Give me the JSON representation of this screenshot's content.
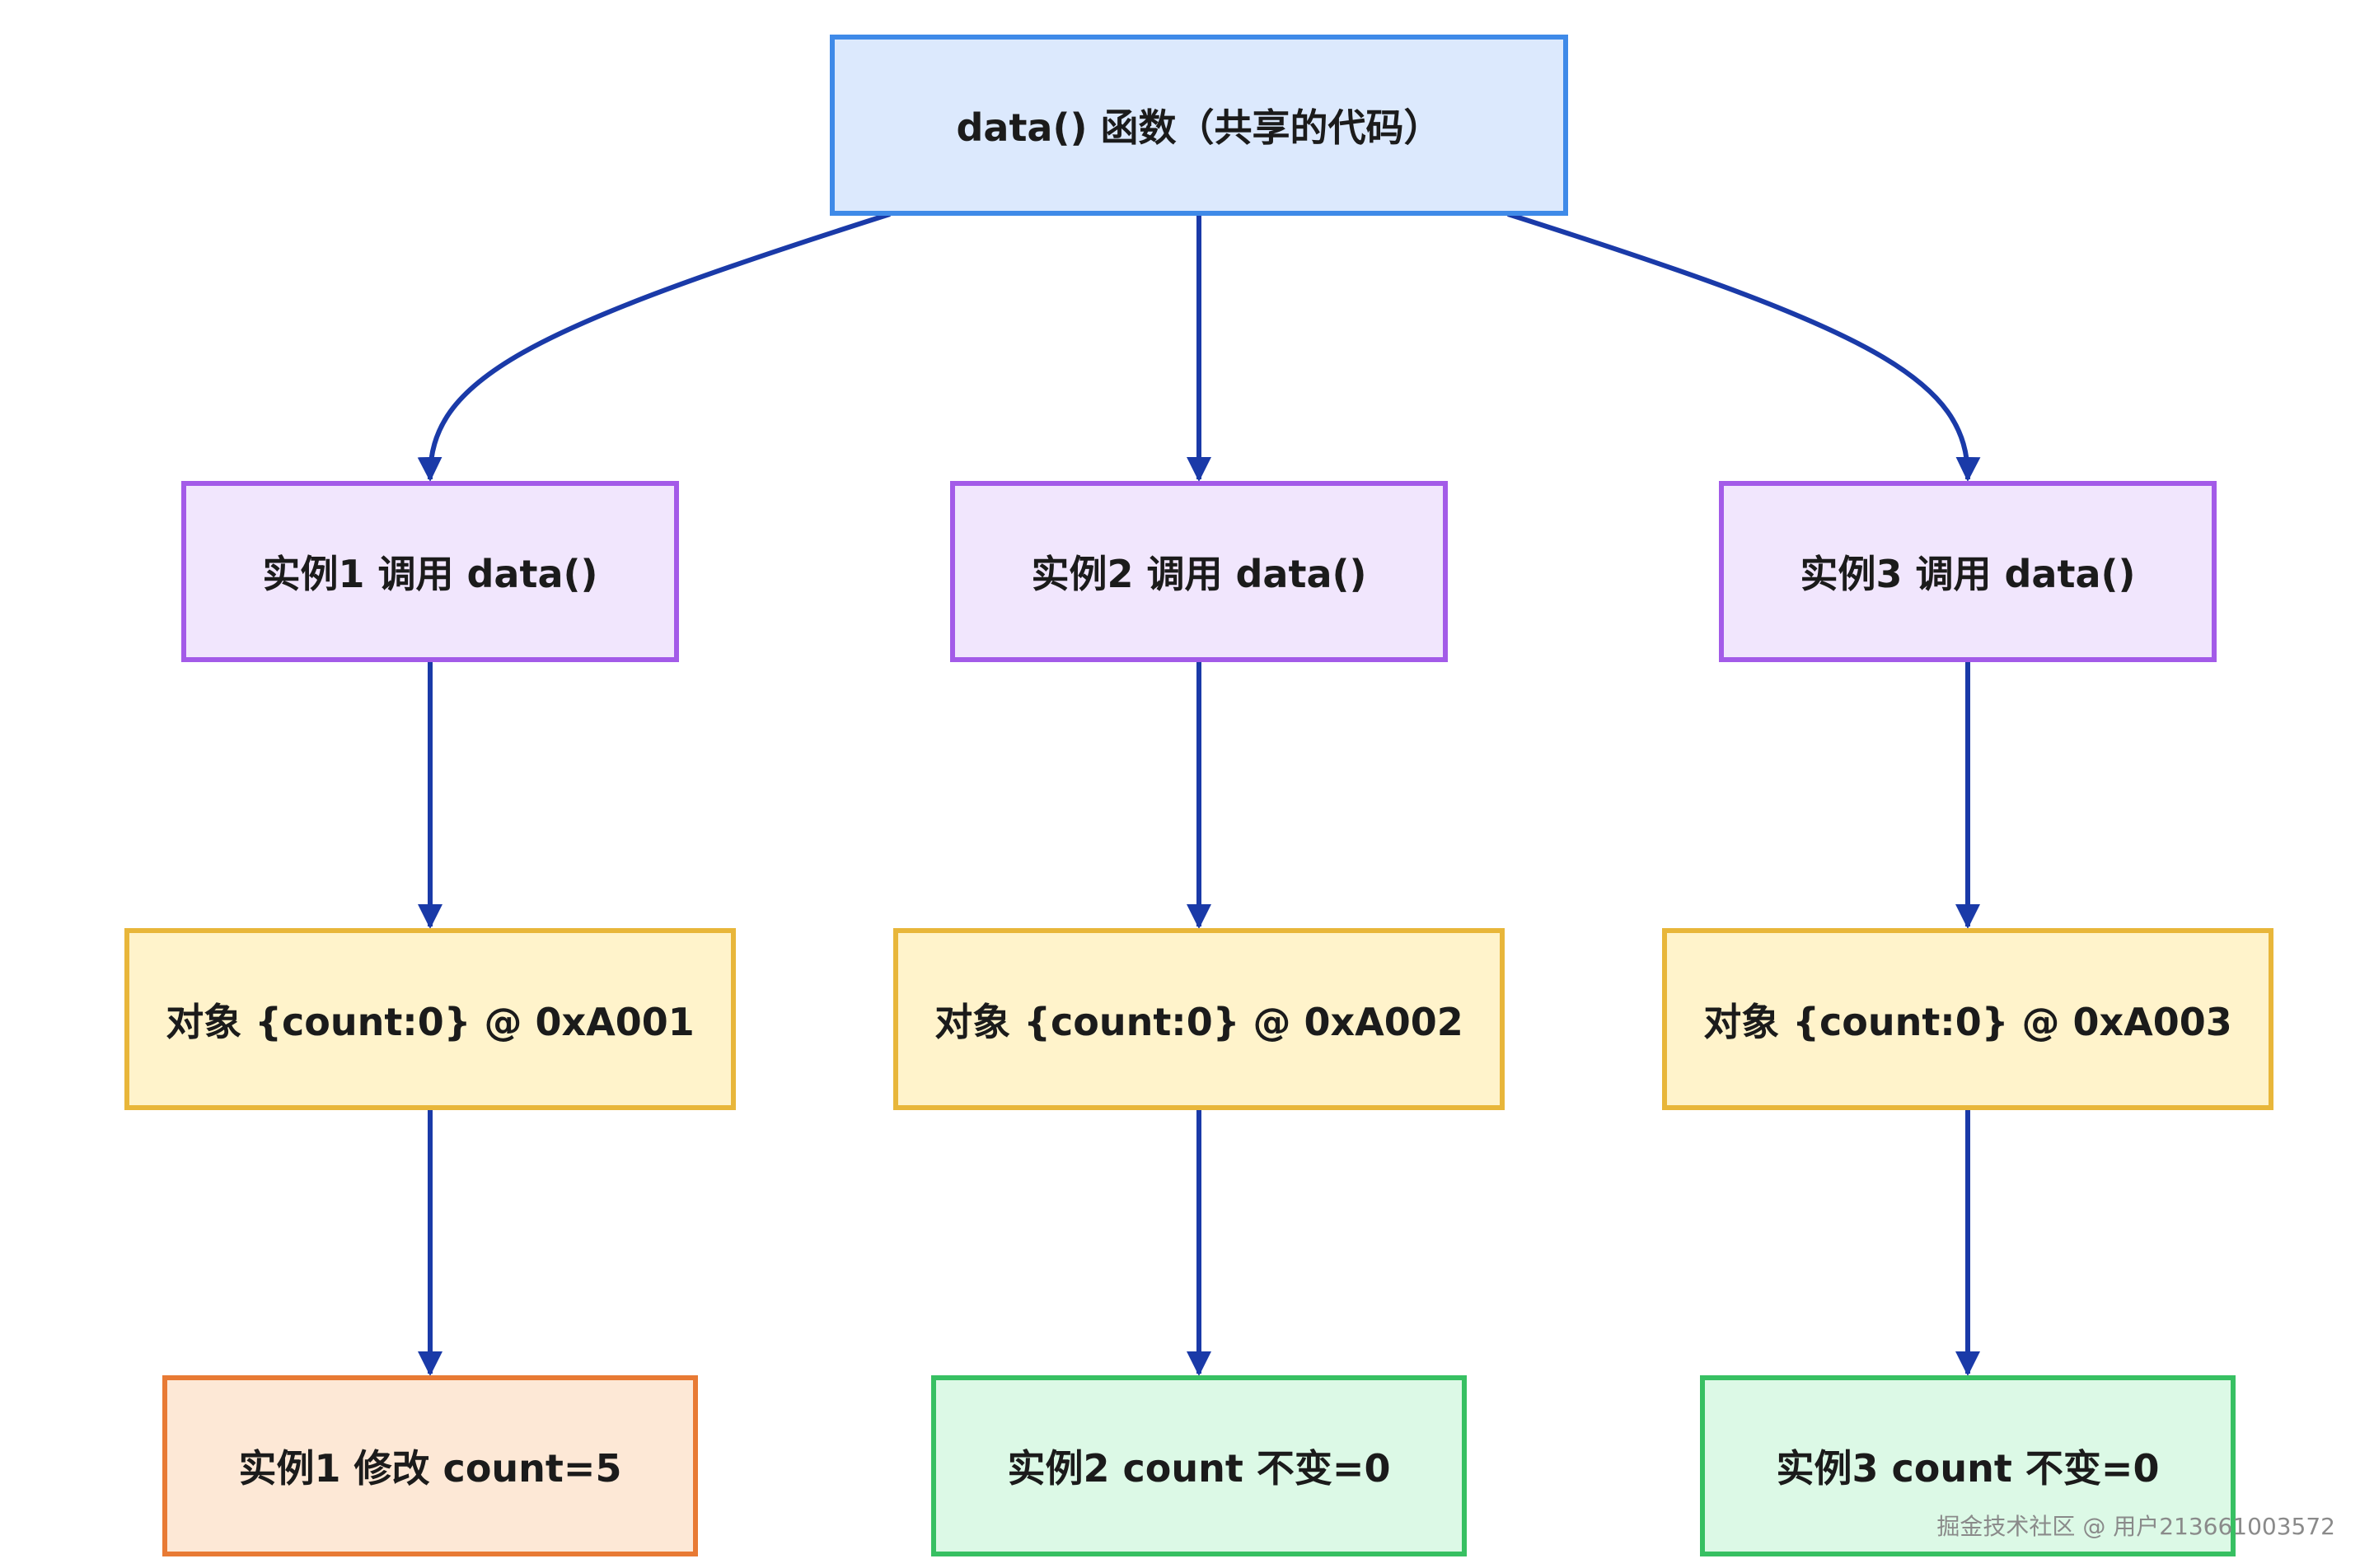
{
  "nodes": {
    "root": {
      "label": "data() 函数（共享的代码）",
      "fill": "#dce9fd",
      "stroke": "#3f8ae8"
    },
    "call_1": {
      "label": "实例1 调用 data()",
      "fill": "#f1e6fd",
      "stroke": "#a35be8"
    },
    "call_2": {
      "label": "实例2 调用 data()",
      "fill": "#f1e6fd",
      "stroke": "#a35be8"
    },
    "call_3": {
      "label": "实例3 调用 data()",
      "fill": "#f1e6fd",
      "stroke": "#a35be8"
    },
    "obj_1": {
      "label": "对象 {count:0} @ 0xA001",
      "fill": "#fff3cb",
      "stroke": "#e8b63a"
    },
    "obj_2": {
      "label": "对象 {count:0} @ 0xA002",
      "fill": "#fff3cb",
      "stroke": "#e8b63a"
    },
    "obj_3": {
      "label": "对象 {count:0} @ 0xA003",
      "fill": "#fff3cb",
      "stroke": "#e8b63a"
    },
    "result_1": {
      "label": "实例1 修改 count=5",
      "fill": "#fde8d6",
      "stroke": "#e87a34"
    },
    "result_2": {
      "label": "实例2 count 不变=0",
      "fill": "#dcf9e6",
      "stroke": "#37c062"
    },
    "result_3": {
      "label": "实例3 count 不变=0",
      "fill": "#dcf9e6",
      "stroke": "#37c062"
    }
  },
  "edges": [
    {
      "from": "root",
      "to": "call_1"
    },
    {
      "from": "root",
      "to": "call_2"
    },
    {
      "from": "root",
      "to": "call_3"
    },
    {
      "from": "call_1",
      "to": "obj_1"
    },
    {
      "from": "call_2",
      "to": "obj_2"
    },
    {
      "from": "call_3",
      "to": "obj_3"
    },
    {
      "from": "obj_1",
      "to": "result_1"
    },
    {
      "from": "obj_2",
      "to": "result_2"
    },
    {
      "from": "obj_3",
      "to": "result_3"
    }
  ],
  "edge_color": "#1a3aa8",
  "watermark": "掘金技术社区 @ 用户213661003572"
}
